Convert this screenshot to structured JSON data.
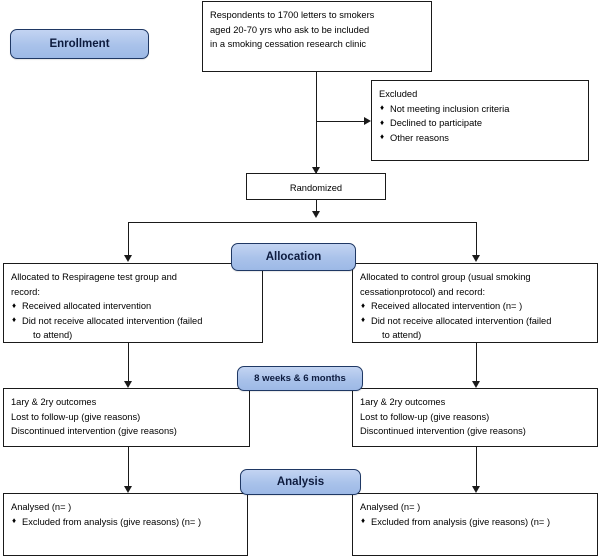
{
  "diagram": {
    "title": "CONSORT participant flow diagram",
    "colors": {
      "badge_fill": "#a9c2ea",
      "badge_border": "#1f3864",
      "badge_text": "#0d1b3e",
      "box_border": "#1a1a1a",
      "box_fill": "#ffffff",
      "line": "#1a1a1a"
    }
  },
  "stages": {
    "enrollment": "Enrollment",
    "allocation": "Allocation",
    "followup": "8 weeks & 6 months",
    "analysis": "Analysis"
  },
  "boxes": {
    "respondents": {
      "lines": [
        "Respondents to 1700 letters to smokers",
        "aged 20-70 yrs who ask to be included",
        "in a smoking cessation research clinic"
      ]
    },
    "excluded": {
      "heading": "Excluded",
      "bullets": [
        "Not meeting inclusion criteria",
        "Declined to participate",
        "Other reasons"
      ]
    },
    "randomized": {
      "label": "Randomized"
    },
    "allocation_left": {
      "lines": [
        "Allocated to Respiragene test group and",
        "record:"
      ],
      "bullets": [
        {
          "text": "Received allocated intervention",
          "cont": ""
        },
        {
          "text": "Did not receive allocated intervention (failed",
          "cont": "to attend)"
        }
      ]
    },
    "allocation_right": {
      "lines": [
        "Allocated to control group (usual smoking",
        "cessationprotocol)  and record:"
      ],
      "bullets": [
        {
          "text": "Received allocated intervention (n=  )",
          "cont": ""
        },
        {
          "text": "Did not receive allocated intervention (failed",
          "cont": "to attend)"
        }
      ]
    },
    "followup_left": {
      "lines": [
        "1ary & 2ry outcomes",
        "Lost to follow-up (give reasons)",
        "Discontinued intervention (give reasons)"
      ]
    },
    "followup_right": {
      "lines": [
        "1ary & 2ry outcomes",
        "Lost to follow-up (give reasons)",
        "Discontinued intervention (give reasons)"
      ]
    },
    "analysis_left": {
      "heading": "Analysed  (n=  )",
      "bullets": [
        "Excluded from analysis (give reasons) (n=  )"
      ]
    },
    "analysis_right": {
      "heading": "Analysed  (n=  )",
      "bullets": [
        "Excluded from analysis (give reasons) (n=  )"
      ]
    }
  }
}
